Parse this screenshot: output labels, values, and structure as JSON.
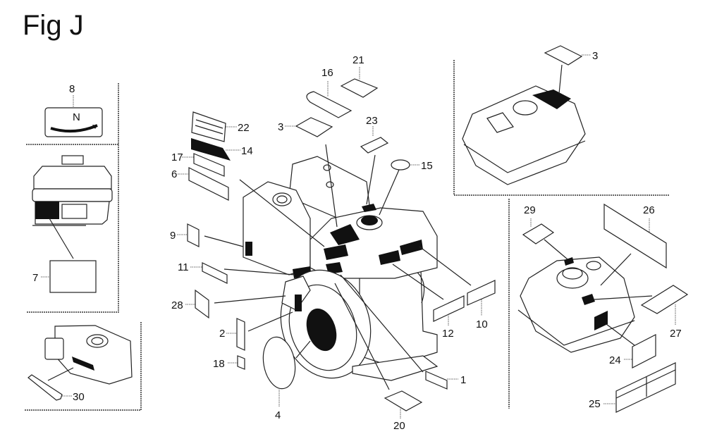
{
  "figure": {
    "title": "Fig J"
  },
  "callouts": {
    "c1": "1",
    "c2": "2",
    "c3a": "3",
    "c3b": "3",
    "c4": "4",
    "c6": "6",
    "c7": "7",
    "c8": "8",
    "c9": "9",
    "c10": "10",
    "c11": "11",
    "c12": "12",
    "c14": "14",
    "c15": "15",
    "c16": "16",
    "c17": "17",
    "c18": "18",
    "c20": "20",
    "c21": "21",
    "c22": "22",
    "c23": "23",
    "c24": "24",
    "c25": "25",
    "c26": "26",
    "c27": "27",
    "c28": "28",
    "c29": "29",
    "c30": "30"
  },
  "insets": [
    {
      "name": "choke-label-inset",
      "parts": [
        "8"
      ]
    },
    {
      "name": "air-cleaner-inset",
      "parts": [
        "7"
      ]
    },
    {
      "name": "oil-alert-inset",
      "parts": [
        "30"
      ]
    },
    {
      "name": "air-cleaner-top-inset",
      "parts": [
        "3"
      ]
    },
    {
      "name": "fuel-tank-inset",
      "parts": [
        "24",
        "25",
        "26",
        "27",
        "29"
      ]
    }
  ],
  "icons": {
    "choke-label-glyph": "N"
  }
}
